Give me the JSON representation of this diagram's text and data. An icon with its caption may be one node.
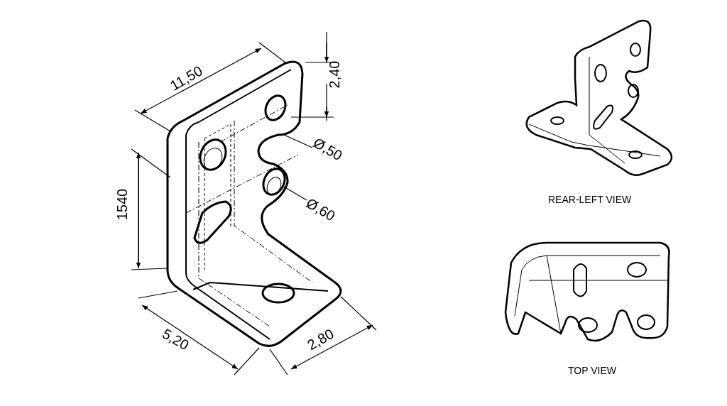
{
  "diagram": {
    "nodes": [
      {
        "text": [
          "Ø,50"
        ]
      },
      {
        "text": [
          "Ø,60"
        ]
      }
    ],
    "edges": [
      {
        "from": 0,
        "to": null,
        "arrow": "none"
      },
      {
        "from": 1,
        "to": null,
        "arrow": "none"
      }
    ],
    "labels": [
      "11,50",
      "2,40",
      "1540",
      "5,20",
      "2,80",
      "REAR-LEFT VIEW",
      "TOP VIEW"
    ]
  }
}
